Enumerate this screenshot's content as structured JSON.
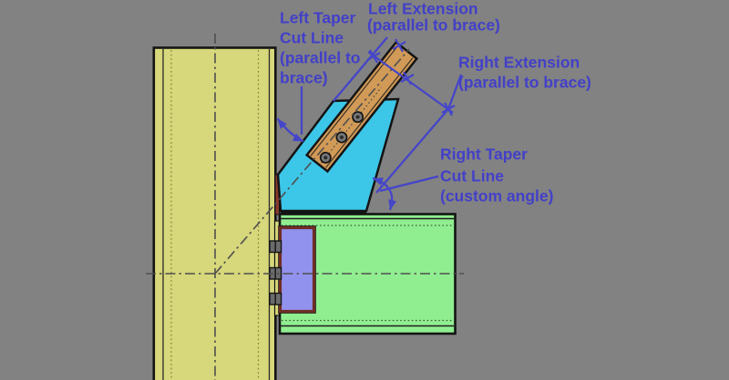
{
  "annotations": {
    "left_taper": {
      "lines": [
        "Left Taper",
        "Cut Line",
        "(parallel to",
        "brace)"
      ]
    },
    "left_extension": {
      "lines": [
        "Left Extension",
        "(parallel to brace)"
      ]
    },
    "right_extension": {
      "lines": [
        "Right Extension",
        "(parallel to brace)"
      ]
    },
    "right_taper": {
      "lines": [
        "Right Taper",
        "Cut Line",
        "(custom angle)"
      ]
    }
  },
  "parts": {
    "column": "column",
    "beam": "beam",
    "gusset": "gusset-plate",
    "brace": "brace",
    "end_plate": "end-plate",
    "shim": "shim-plate",
    "bolts": "bolts"
  },
  "colors": {
    "background_gray": "#828282",
    "annotation_blue": "#4545c9",
    "column_yellow": "#d7d77b",
    "beam_green": "#90ee90",
    "gusset_cyan": "#3cc6e8",
    "brace_orange": "#d19a57",
    "end_plate_purple": "#9192ee",
    "plate_maroon": "#8a3a2e",
    "outline_black": "#141414",
    "centerline_gray": "#4f4f4f"
  }
}
